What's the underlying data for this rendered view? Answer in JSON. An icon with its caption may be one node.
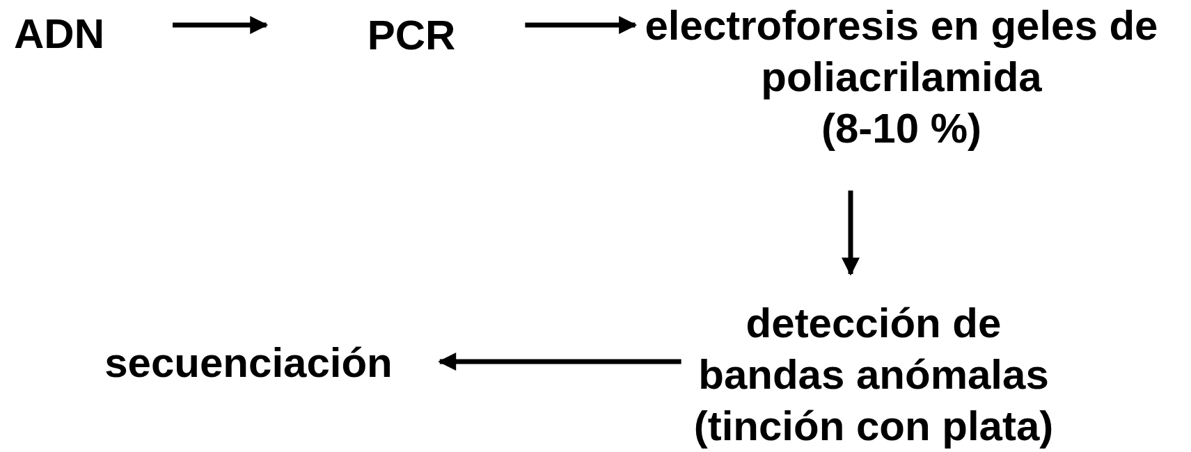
{
  "diagram": {
    "nodes": [
      {
        "text": [
          "ADN"
        ]
      },
      {
        "text": [
          "PCR"
        ]
      },
      {
        "text": [
          "electroforesis en geles de poliacrilamida",
          "(8-10 %)"
        ]
      },
      {
        "text": [
          "detección de bandas anómalas",
          "(tinción con plata)"
        ]
      },
      {
        "text": [
          "secuenciación"
        ]
      }
    ],
    "edges": [
      {
        "from": 0,
        "to": 1,
        "arrow": "to"
      },
      {
        "from": 1,
        "to": 2,
        "arrow": "to"
      },
      {
        "from": 2,
        "to": 3,
        "arrow": "to"
      },
      {
        "from": 3,
        "to": 4,
        "arrow": "to"
      }
    ]
  }
}
